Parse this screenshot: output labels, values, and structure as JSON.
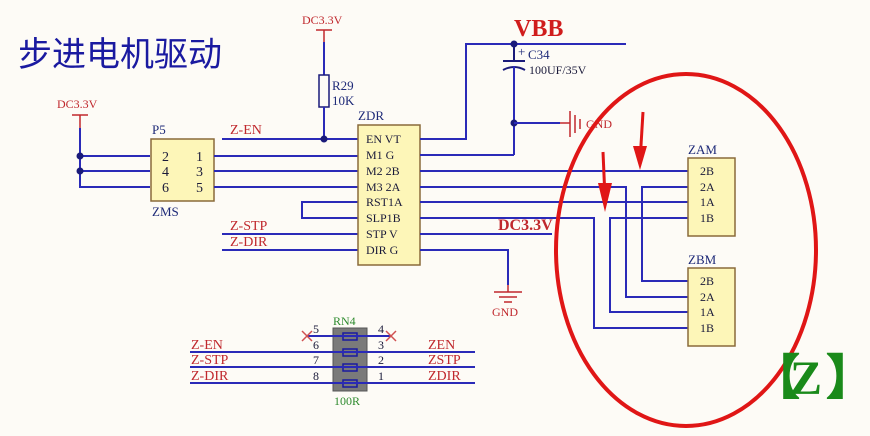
{
  "title": "步进电机驱动",
  "power": {
    "dc33_label": "DC3.3V",
    "vbb_label": "VBB",
    "gnd_label": "GND",
    "dc33_bold_label": "DC3.3V"
  },
  "r29": {
    "ref": "R29",
    "value": "10K"
  },
  "c34": {
    "ref": "C34",
    "value": "100UF/35V",
    "polarity": "+"
  },
  "p5": {
    "ref": "P5",
    "name": "ZMS",
    "pins_left": [
      "2",
      "4",
      "6"
    ],
    "pins_right": [
      "1",
      "3",
      "5"
    ]
  },
  "zdr": {
    "ref": "ZDR",
    "rows": [
      "EN VT",
      "M1  G",
      "M2 2B",
      "M3 2A",
      "RST1A",
      "SLP1B",
      "STP  V",
      "DIR  G"
    ]
  },
  "nets": {
    "zen": "Z-EN",
    "zstp": "Z-STP",
    "zdir": "Z-DIR"
  },
  "zam": {
    "ref": "ZAM",
    "pins": [
      "2B",
      "2A",
      "1A",
      "1B"
    ]
  },
  "zbm": {
    "ref": "ZBM",
    "pins": [
      "2B",
      "2A",
      "1A",
      "1B"
    ]
  },
  "rn4": {
    "ref": "RN4",
    "value": "100R",
    "left_pins": [
      "5",
      "6",
      "7",
      "8"
    ],
    "right_pins": [
      "4",
      "3",
      "2",
      "1"
    ],
    "left_nets": [
      "Z-EN",
      "Z-STP",
      "Z-DIR"
    ],
    "right_nets": [
      "ZEN",
      "ZSTP",
      "ZDIR"
    ]
  },
  "badge": {
    "open": "【",
    "letter": "Z",
    "close": "】"
  },
  "colors": {
    "wire": "#2a2ab8",
    "net_label": "#c0282d",
    "annotation": "#e01616",
    "component_fill": "#fdf6b8",
    "badge": "#1a8a1a"
  }
}
